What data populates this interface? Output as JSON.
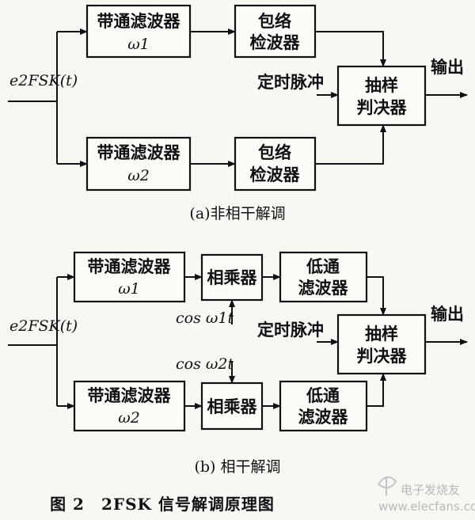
{
  "panel_a": {
    "input": "e2FSK(t)",
    "bpf1": {
      "label": "带通滤波器",
      "freq": "ω1"
    },
    "bpf2": {
      "label": "带通滤波器",
      "freq": "ω2"
    },
    "env1": {
      "line1": "包络",
      "line2": "检波器"
    },
    "env2": {
      "line1": "包络",
      "line2": "检波器"
    },
    "timing": "定时脉冲",
    "sampler": {
      "line1": "抽样",
      "line2": "判决器"
    },
    "output": "输出",
    "caption": "(a)非相干解调"
  },
  "panel_b": {
    "input": "e2FSK(t)",
    "bpf1": {
      "label": "带通滤波器",
      "freq": "ω1"
    },
    "bpf2": {
      "label": "带通滤波器",
      "freq": "ω2"
    },
    "mult1": "相乘器",
    "mult2": "相乘器",
    "lpf1": {
      "line1": "低通",
      "line2": "滤波器"
    },
    "lpf2": {
      "line1": "低通",
      "line2": "滤波器"
    },
    "carrier1": "cos ω1t",
    "carrier2": "cos ω2t",
    "timing": "定时脉冲",
    "sampler": {
      "line1": "抽样",
      "line2": "判决器"
    },
    "output": "输出",
    "caption": "(b) 相干解调"
  },
  "figure_caption": "图 2　2FSK 信号解调原理图",
  "watermark": {
    "text": "www.elecfans.com",
    "logo": "电子发烧友"
  }
}
